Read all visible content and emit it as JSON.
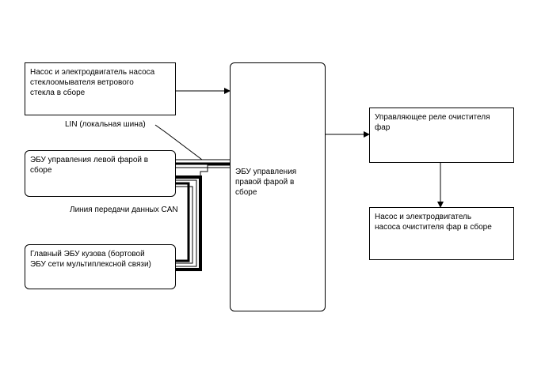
{
  "diagram": {
    "boxes": {
      "washer": {
        "text": "Насос и электродвигатель насоса\nстеклоомывателя ветрового\nстекла в сборе"
      },
      "left_ecu": {
        "text": "ЭБУ управления левой фарой в\nсборе"
      },
      "body_ecu": {
        "text": "Главный ЭБУ кузова (бортовой\nЭБУ сети мультиплексной связи)"
      },
      "right_ecu": {
        "text": "ЭБУ управления\nправой фарой в\nсборе"
      },
      "relay": {
        "text": "Управляющее реле очистителя\nфар"
      },
      "cleaner_pump": {
        "text": "Насос и электродвигатель\nнасоса очистителя фар в сборе"
      }
    },
    "labels": {
      "lin": "LIN (локальная шина)",
      "can": "Линия передачи данных CAN"
    }
  }
}
